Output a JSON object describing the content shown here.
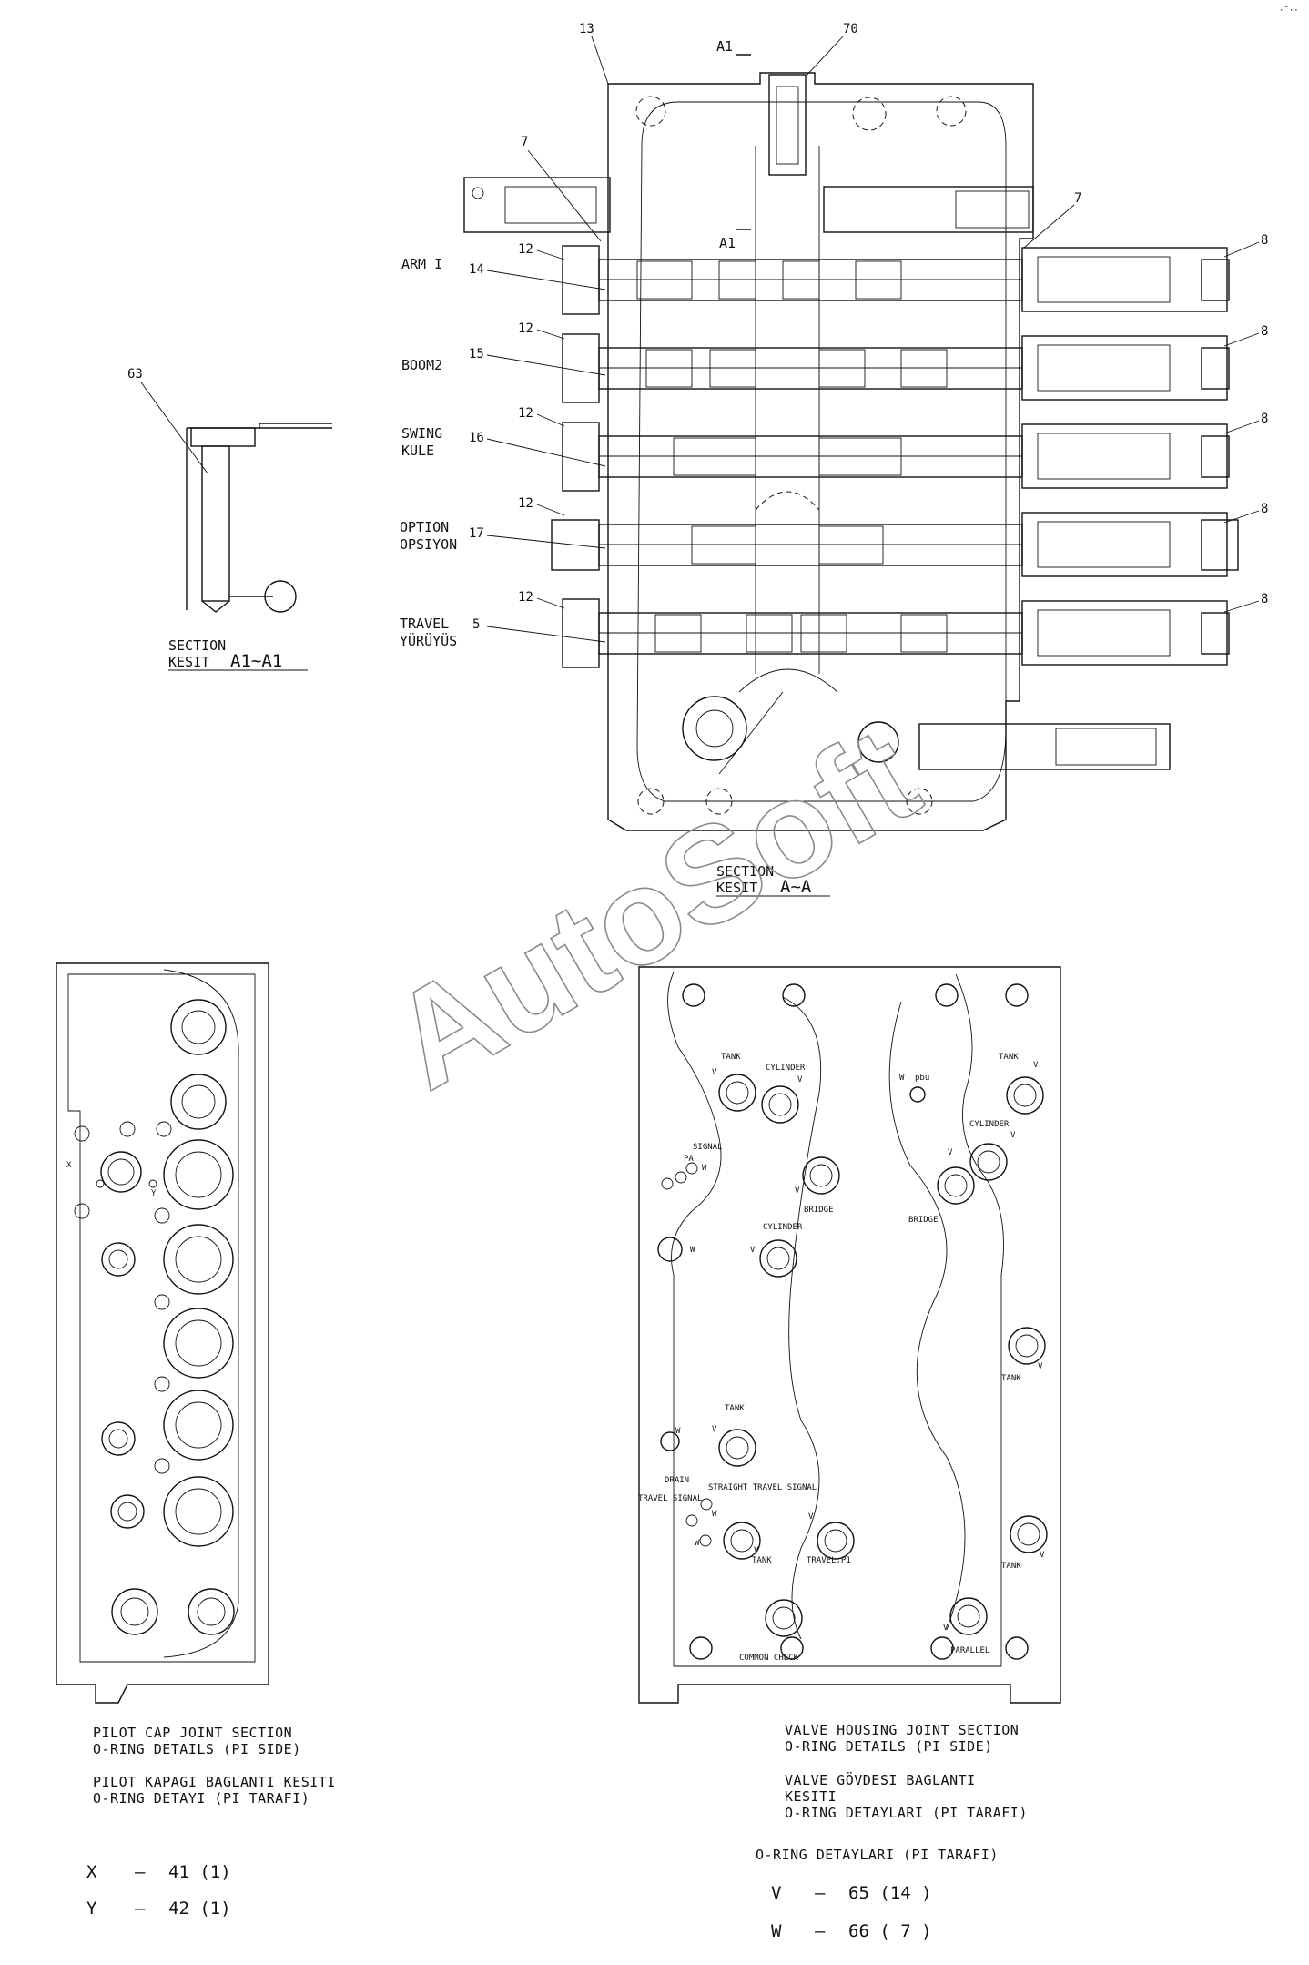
{
  "top_section": {
    "row_labels": [
      {
        "line1": "ARM I",
        "line2": ""
      },
      {
        "line1": "BOOM2",
        "line2": ""
      },
      {
        "line1": "SWING",
        "line2": "KULE"
      },
      {
        "line1": "OPTION",
        "line2": "OPSIYON"
      },
      {
        "line1": "TRAVEL",
        "line2": "YÜRÜYÜS"
      }
    ],
    "spool_numbers": [
      "14",
      "15",
      "16",
      "17",
      "5"
    ],
    "cap_number": "12",
    "end_number": "8",
    "callouts": {
      "housing": "13",
      "plug": "70",
      "check_left": "7",
      "check_right": "7",
      "section_mark": "A1"
    },
    "section_caption": {
      "line1": "SECTION",
      "line2": "KESIT",
      "id": "A~A"
    }
  },
  "detail_section": {
    "callout": "63",
    "caption": {
      "line1": "SECTION",
      "line2": "KESIT",
      "id": "A1~A1"
    }
  },
  "pilot_cap": {
    "port_x": "X",
    "port_y": "Y",
    "captions": [
      "PILOT CAP JOINT SECTION",
      "O-RING DETAILS (PI SIDE)",
      "PILOT KAPAGI BAGLANTI KESITI",
      "O-RING DETAYI (PI TARAFI)"
    ],
    "legend": [
      {
        "key": "X",
        "dash": "—",
        "value": "41 (1)"
      },
      {
        "key": "Y",
        "dash": "—",
        "value": "42 (1)"
      }
    ]
  },
  "valve_housing": {
    "port_labels": {
      "tank_1": "TANK",
      "cyl_1": "CYLINDER",
      "signal": "SIGNAL",
      "pa": "PA",
      "bridge_1": "BRIDGE",
      "cyl_2": "CYLINDER",
      "pbu": "pbu",
      "tank_2": "TANK",
      "cyl_3": "CYLINDER",
      "bridge_2": "BRIDGE",
      "tank_3": "TANK",
      "tank_4": "TANK",
      "drain": "DRAIN",
      "travel_signal": "TRAVEL SIGNAL",
      "straight_travel_signal": "STRAIGHT TRAVEL SIGNAL",
      "tank_5": "TANK",
      "travel_p1": "TRAVEL,P1",
      "tank_6": "TANK",
      "common_check": "COMMON CHECK",
      "parallel": "PARALLEL",
      "v": "V",
      "w": "W"
    },
    "captions": [
      "VALVE HOUSING JOINT SECTION",
      "O-RING DETAILS (PI SIDE)",
      "VALVE GÖVDESI BAGLANTI",
      "KESITI",
      "O-RING DETAYLARI (PI TARAFI)"
    ],
    "legend_title": "O-RING DETAYLARI (PI TARAFI)",
    "legend": [
      {
        "key": "V",
        "dash": "—",
        "value": "65 (14 )"
      },
      {
        "key": "W",
        "dash": "—",
        "value": "66 ( 7 )"
      }
    ]
  },
  "watermark": "AutoSoft",
  "corner_mark": "·˜··"
}
